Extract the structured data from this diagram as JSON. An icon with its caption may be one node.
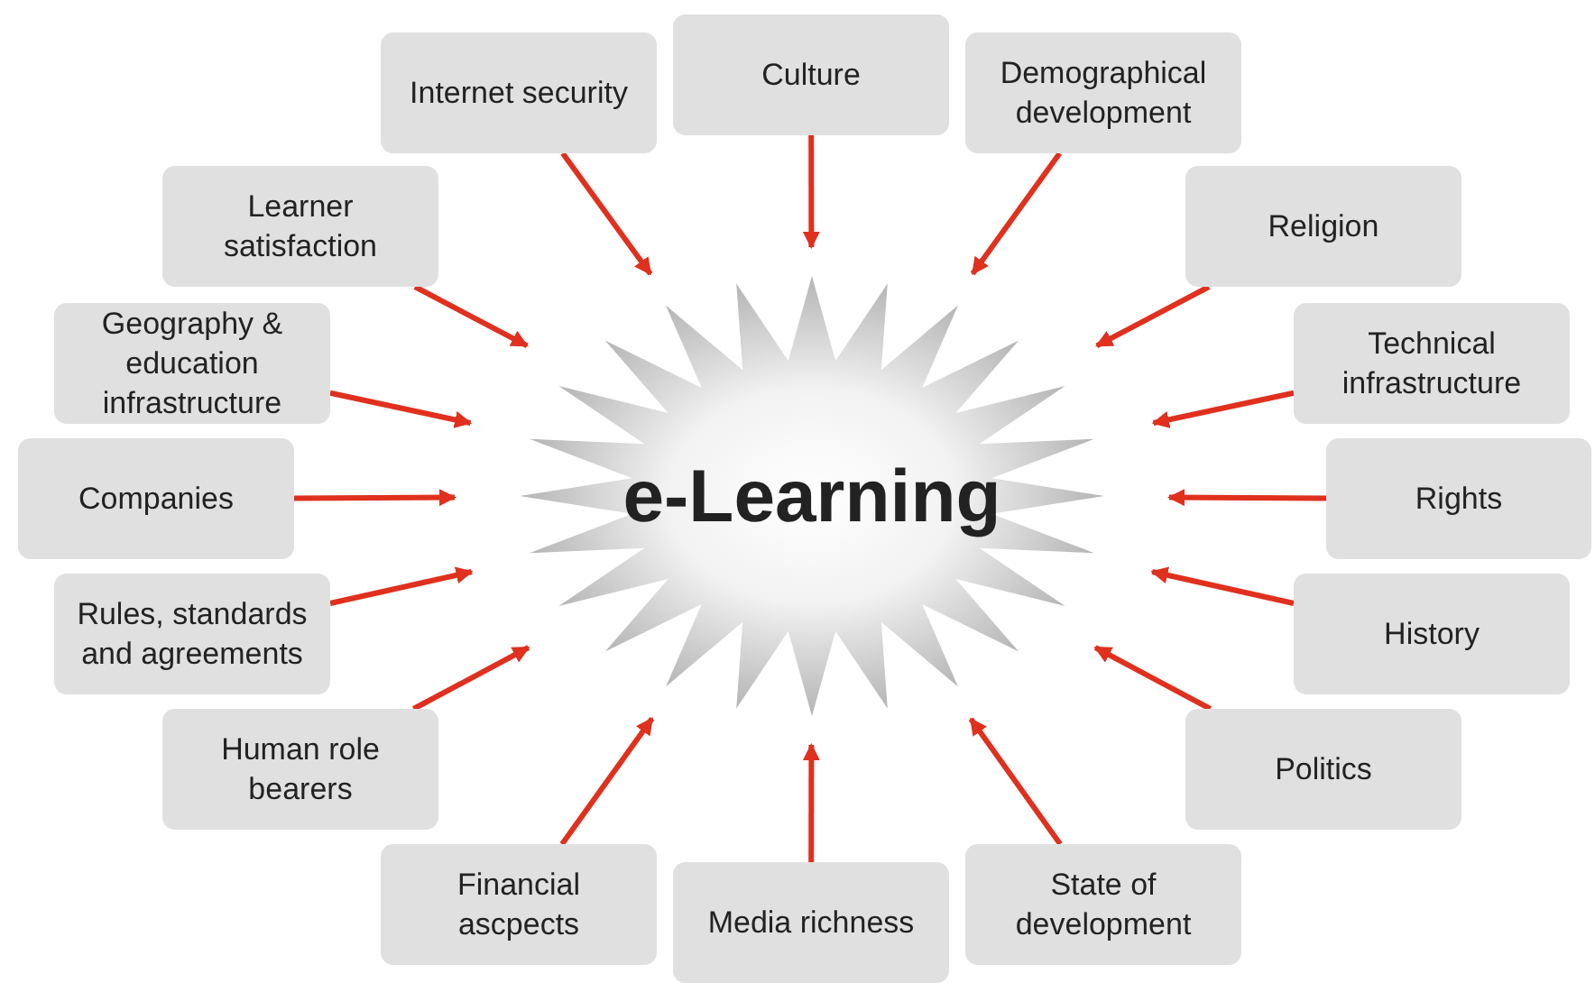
{
  "diagram": {
    "nodes": [
      {
        "text": [
          "e-Learning"
        ]
      },
      {
        "text": [
          "Internet security"
        ]
      },
      {
        "text": [
          "Culture"
        ]
      },
      {
        "text": [
          "Demographical development"
        ]
      },
      {
        "text": [
          "Religion"
        ]
      },
      {
        "text": [
          "Technical infrastructure"
        ]
      },
      {
        "text": [
          "Rights"
        ]
      },
      {
        "text": [
          "History"
        ]
      },
      {
        "text": [
          "Politics"
        ]
      },
      {
        "text": [
          "State of development"
        ]
      },
      {
        "text": [
          "Media richness"
        ]
      },
      {
        "text": [
          "Financial ascpects"
        ]
      },
      {
        "text": [
          "Human role bearers"
        ]
      },
      {
        "text": [
          "Rules, standards and agreements"
        ]
      },
      {
        "text": [
          "Companies"
        ]
      },
      {
        "text": [
          "Geography & education infrastructure"
        ]
      },
      {
        "text": [
          "Learner satisfaction"
        ]
      }
    ],
    "edges": [
      {
        "from": 1,
        "to": 0,
        "arrow": "to"
      },
      {
        "from": 2,
        "to": 0,
        "arrow": "to"
      },
      {
        "from": 3,
        "to": 0,
        "arrow": "to"
      },
      {
        "from": 4,
        "to": 0,
        "arrow": "to"
      },
      {
        "from": 5,
        "to": 0,
        "arrow": "to"
      },
      {
        "from": 6,
        "to": 0,
        "arrow": "to"
      },
      {
        "from": 7,
        "to": 0,
        "arrow": "to"
      },
      {
        "from": 8,
        "to": 0,
        "arrow": "to"
      },
      {
        "from": 9,
        "to": 0,
        "arrow": "to"
      },
      {
        "from": 10,
        "to": 0,
        "arrow": "to"
      },
      {
        "from": 11,
        "to": 0,
        "arrow": "to"
      },
      {
        "from": 12,
        "to": 0,
        "arrow": "to"
      },
      {
        "from": 13,
        "to": 0,
        "arrow": "to"
      },
      {
        "from": 14,
        "to": 0,
        "arrow": "to"
      },
      {
        "from": 15,
        "to": 0,
        "arrow": "to"
      },
      {
        "from": 16,
        "to": 0,
        "arrow": "to"
      }
    ]
  }
}
